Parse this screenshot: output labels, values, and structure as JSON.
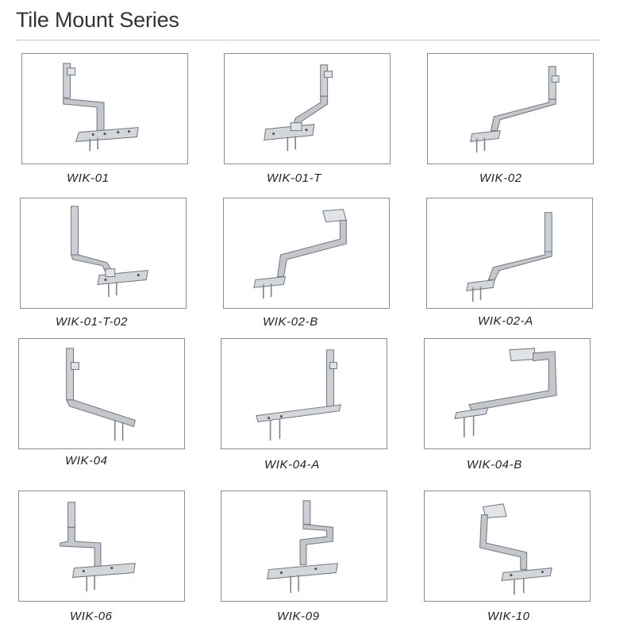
{
  "page": {
    "title": "Tile Mount Series"
  },
  "products": [
    {
      "model": "WIK-01"
    },
    {
      "model": "WIK-01-T"
    },
    {
      "model": "WIK-02"
    },
    {
      "model": "WIK-01-T-02"
    },
    {
      "model": "WIK-02-B"
    },
    {
      "model": "WIK-02-A"
    },
    {
      "model": "WIK-04"
    },
    {
      "model": "WIK-04-A"
    },
    {
      "model": "WIK-04-B"
    },
    {
      "model": "WIK-06"
    },
    {
      "model": "WIK-09"
    },
    {
      "model": "WIK-10"
    }
  ],
  "colors": {
    "metal": "#b8bcc2",
    "metal_dark": "#7d8289",
    "metal_light": "#dfe2e6",
    "frame": "#8c8c8c"
  }
}
